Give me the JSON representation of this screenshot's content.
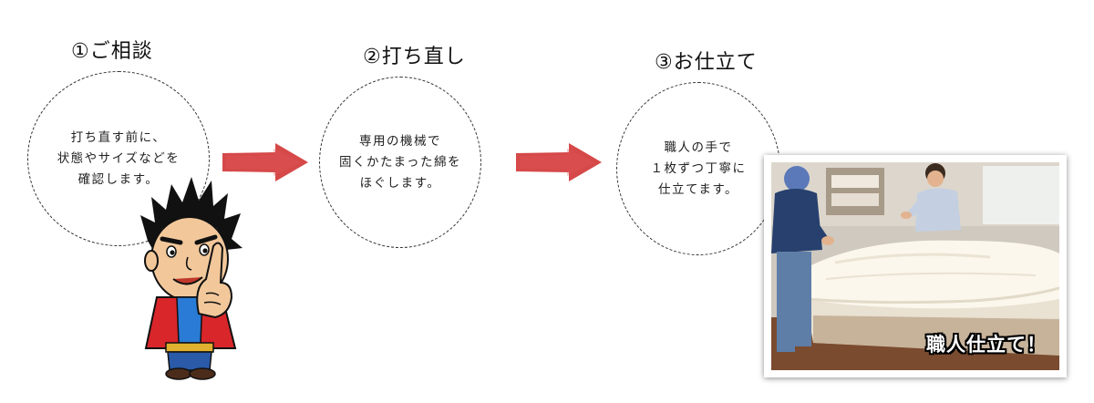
{
  "steps": [
    {
      "title": "①ご相談",
      "lines": [
        "打ち直す前に、",
        "状態やサイズなどを",
        "確認します。"
      ]
    },
    {
      "title": "②打ち直し",
      "lines": [
        "専用の機械で",
        "固くかたまった綿を",
        "ほぐします。"
      ]
    },
    {
      "title": "③お仕立て",
      "lines": [
        "職人の手で",
        "１枚ずつ丁寧に",
        "仕立てます。"
      ]
    }
  ],
  "photo": {
    "caption": "職人仕立て！"
  },
  "colors": {
    "arrow": "#d2393a",
    "circle_border": "#333333"
  },
  "icons": {
    "arrow": "right-arrow-icon",
    "mascot": "mascot-pointing-finger"
  }
}
